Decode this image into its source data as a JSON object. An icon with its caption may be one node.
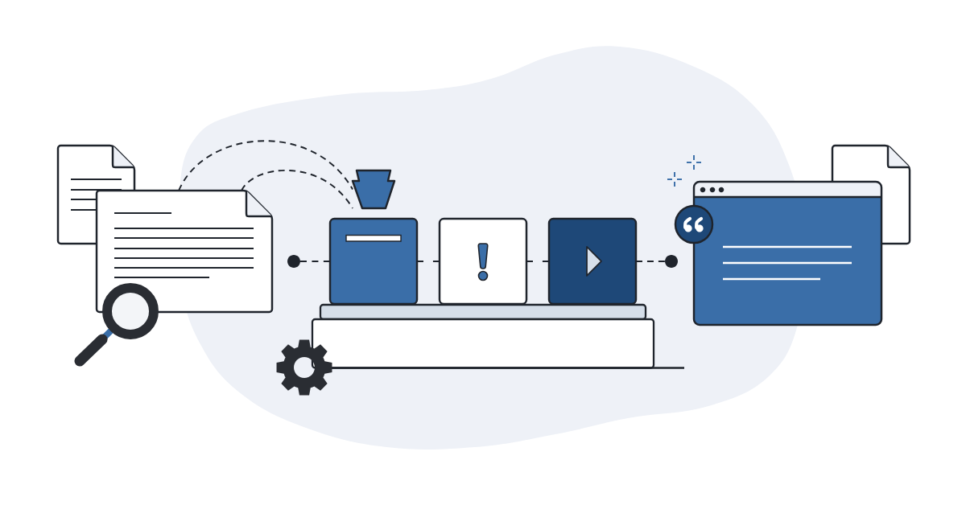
{
  "diagram": {
    "nodes": [
      {
        "text": [],
        "shape": "document"
      },
      {
        "text": [],
        "shape": "document"
      },
      {
        "text": [],
        "shape": "funnel"
      },
      {
        "text": [],
        "shape": "circle"
      },
      {
        "text": [],
        "shape": "box"
      },
      {
        "text": [],
        "shape": "box"
      },
      {
        "text": [],
        "shape": "box"
      },
      {
        "text": [],
        "shape": "circle"
      },
      {
        "text": [],
        "shape": "document"
      }
    ],
    "edges": [
      {
        "from": 1,
        "to": 2,
        "arrow": "none",
        "style": "dashed"
      },
      {
        "from": 1,
        "to": 2,
        "arrow": "none",
        "style": "dashed"
      },
      {
        "from": 3,
        "to": 4,
        "arrow": "none",
        "style": "dashed"
      },
      {
        "from": 4,
        "to": 5,
        "arrow": "none",
        "style": "dashed"
      },
      {
        "from": 5,
        "to": 6,
        "arrow": "none",
        "style": "dashed"
      },
      {
        "from": 6,
        "to": 7,
        "arrow": "none",
        "style": "dashed"
      }
    ]
  }
}
